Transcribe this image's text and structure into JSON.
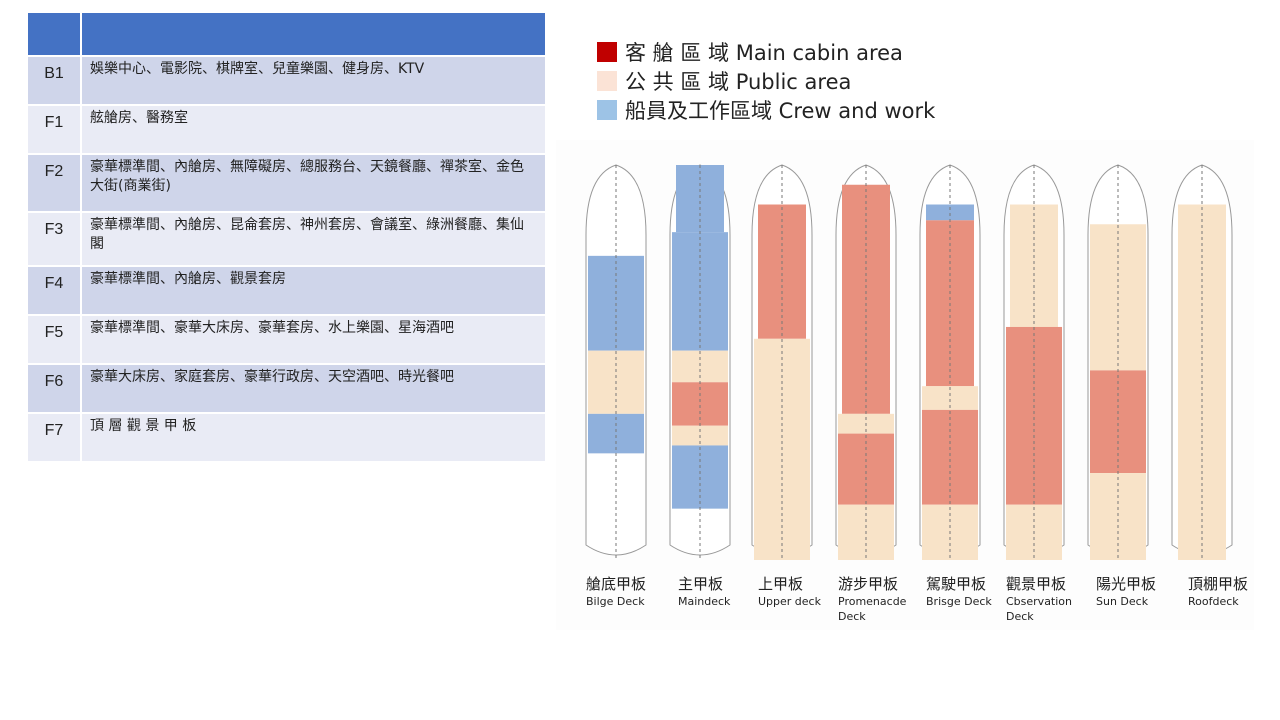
{
  "table": {
    "header": [
      "",
      ""
    ],
    "rows": [
      {
        "floor": "B1",
        "facilities": "娛樂中心、電影院、棋牌室、兒童樂園、健身房、KTV"
      },
      {
        "floor": "F1",
        "facilities": "舷艙房、醫務室"
      },
      {
        "floor": "F2",
        "facilities": "豪華標準間、內艙房、無障礙房、總服務台、天鏡餐廳、禪茶室、金色大街(商業街)"
      },
      {
        "floor": "F3",
        "facilities": "豪華標準間、內艙房、昆侖套房、神州套房、會議室、綠洲餐廳、集仙閣"
      },
      {
        "floor": "F4",
        "facilities": "豪華標準間、內艙房、觀景套房"
      },
      {
        "floor": "F5",
        "facilities": "豪華標準間、豪華大床房、豪華套房、水上樂園、星海酒吧"
      },
      {
        "floor": "F6",
        "facilities": "豪華大床房、家庭套房、豪華行政房、天空酒吧、時光餐吧"
      },
      {
        "floor": "F7",
        "facilities": "頂 層 觀 景 甲 板"
      }
    ]
  },
  "legend": [
    {
      "label": "客 艙 區 域 Main cabin area",
      "color": "#C00000"
    },
    {
      "label": "公 共 區 域 Public area",
      "color": "#FBE3D6"
    },
    {
      "label": "船員及工作區域 Crew and work",
      "color": "#9DC3E6"
    }
  ],
  "decks": [
    {
      "zh": "艙底甲板",
      "en": "Bilge Deck"
    },
    {
      "zh": "主甲板",
      "en": "Maindeck"
    },
    {
      "zh": "上甲板",
      "en": "Upper deck"
    },
    {
      "zh": "游步甲板",
      "en": "Promenacde Deck"
    },
    {
      "zh": "駕駛甲板",
      "en": "Brisge Deck"
    },
    {
      "zh": "觀景甲板",
      "en": "Cbservation Deck"
    },
    {
      "zh": "陽光甲板",
      "en": "Sun Deck"
    },
    {
      "zh": "頂棚甲板",
      "en": "Roofdeck"
    }
  ],
  "colors": {
    "cabin": "#E8907E",
    "public": "#F8E3C8",
    "crew": "#8FB0DC",
    "header": "#4472C4"
  }
}
